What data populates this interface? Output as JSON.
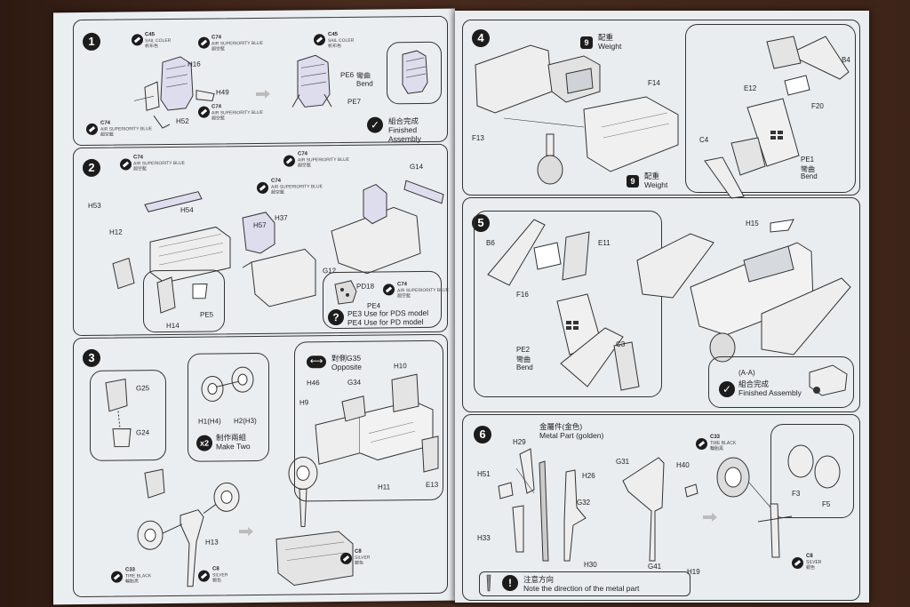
{
  "steps": {
    "s1": {
      "number": "1",
      "callouts": [
        {
          "code": "C45",
          "en": "SAIL COLER",
          "zh": "帆布色"
        },
        {
          "code": "C74",
          "en": "AIR SUPERIORITY BLUE",
          "zh": "超空藍"
        },
        {
          "code": "C74",
          "en": "AIR SUPERIORITY BLUE",
          "zh": "超空藍"
        },
        {
          "code": "C74",
          "en": "AIR SUPERIORITY BLUE",
          "zh": "超空藍"
        },
        {
          "code": "C45",
          "en": "SAIL COLER",
          "zh": "帆布色"
        }
      ],
      "parts": [
        "H16",
        "H49",
        "H52",
        "PE6",
        "PE7"
      ],
      "bend_zh": "彎曲",
      "bend_en": "Bend",
      "finished_zh": "組合完成",
      "finished_en": "Finished Assembly"
    },
    "s2": {
      "number": "2",
      "callouts": [
        {
          "code": "C74",
          "en": "AIR SUPERIORITY BLUE",
          "zh": "超空藍"
        },
        {
          "code": "C74",
          "en": "AIR SUPERIORITY BLUE",
          "zh": "超空藍"
        },
        {
          "code": "C74",
          "en": "AIR SUPERIORITY BLUE",
          "zh": "超空藍"
        },
        {
          "code": "C74",
          "en": "AIR SUPERIORITY BLUE",
          "zh": "超空藍"
        }
      ],
      "parts": [
        "H53",
        "H54",
        "H12",
        "H57",
        "H37",
        "G14",
        "G12",
        "H14",
        "PE5",
        "PD18",
        "PE4"
      ],
      "note_line1": "PE3 Use for PDS model",
      "note_line2": "PE4 Use for PD model"
    },
    "s3": {
      "number": "3",
      "parts": [
        "G25",
        "G24",
        "H1(H4)",
        "H2(H3)",
        "H13",
        "H46",
        "G34",
        "H10",
        "H9",
        "H11",
        "E13"
      ],
      "times": "x2",
      "make_two_zh": "制作兩組",
      "make_two_en": "Make Two",
      "opposite_zh": "對側G35",
      "opposite_en": "Opposite",
      "callouts": [
        {
          "code": "C33",
          "en": "TIRE BLACK",
          "zh": "輪胎黑"
        },
        {
          "code": "C8",
          "en": "SILVER",
          "zh": "銀色"
        },
        {
          "code": "C8",
          "en": "SILVER",
          "zh": "銀色"
        }
      ]
    },
    "s4": {
      "number": "4",
      "weight_zh": "配重",
      "weight_en": "Weight",
      "weight_icon": "9",
      "parts": [
        "F13",
        "F14",
        "C4",
        "E12",
        "F20",
        "B4",
        "PE1"
      ],
      "bend_zh": "彎曲",
      "bend_en": "Bend"
    },
    "s5": {
      "number": "5",
      "parts": [
        "B6",
        "E11",
        "F16",
        "PE2",
        "C3",
        "H15"
      ],
      "bend_zh": "彎曲",
      "bend_en": "Bend",
      "detail": "(A-A)",
      "finished_zh": "組合完成",
      "finished_en": "Finished Assembly"
    },
    "s6": {
      "number": "6",
      "metal_zh": "金屬件(金色)",
      "metal_en": "Metal Part (golden)",
      "parts": [
        "H29",
        "H51",
        "H26",
        "G31",
        "H40",
        "G32",
        "H33",
        "H30",
        "G41",
        "H19",
        "F3",
        "F5"
      ],
      "callouts": [
        {
          "code": "C33",
          "en": "TIRE BLACK",
          "zh": "輪胎黑"
        },
        {
          "code": "C8",
          "en": "SILVER",
          "zh": "銀色"
        }
      ],
      "note_zh": "注意方向",
      "note_en": "Note the direction of the metal part"
    }
  },
  "colors": {
    "paper": "#ebeef1",
    "ink": "#222222",
    "table": "#3a221a"
  }
}
